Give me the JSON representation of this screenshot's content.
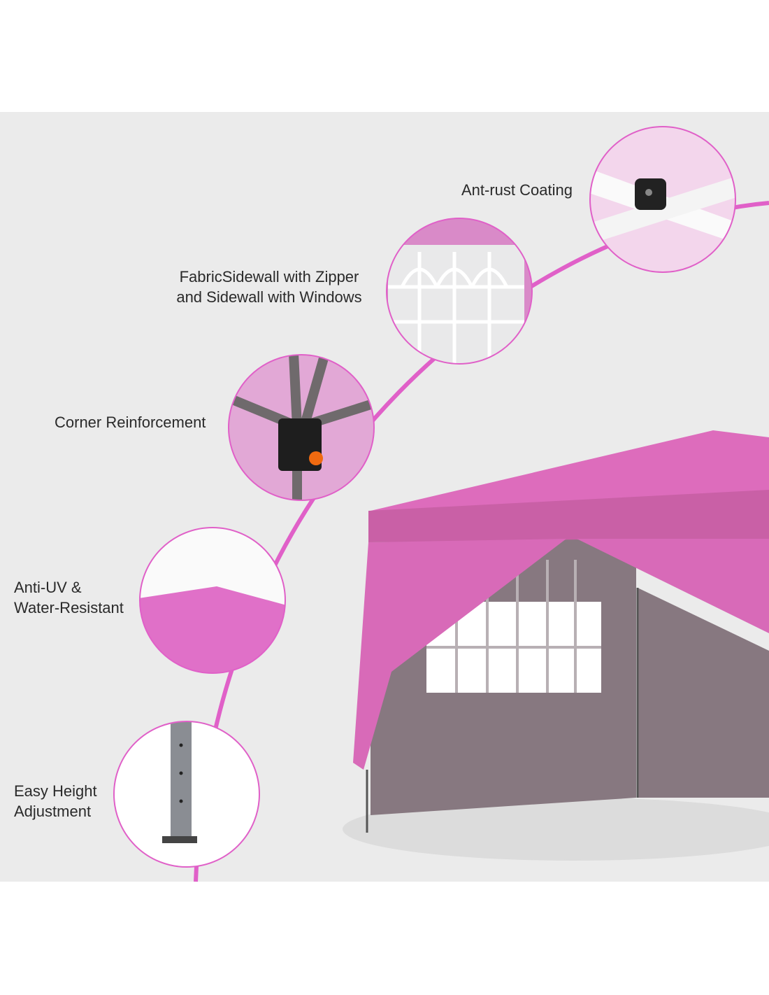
{
  "features": [
    {
      "label_lines": [
        "Ant-rust Coating"
      ]
    },
    {
      "label_lines": [
        "FabricSidewall with Zipper",
        "and Sidewall with Windows"
      ]
    },
    {
      "label_lines": [
        "Corner Reinforcement"
      ]
    },
    {
      "label_lines": [
        "Anti-UV &",
        "Water-Resistant"
      ]
    },
    {
      "label_lines": [
        "Easy Height",
        "Adjustment"
      ]
    }
  ],
  "colors": {
    "accent": "#e060c8",
    "canopy": "#d86ab8",
    "wall": "#877880",
    "panel": "#ebebeb"
  }
}
